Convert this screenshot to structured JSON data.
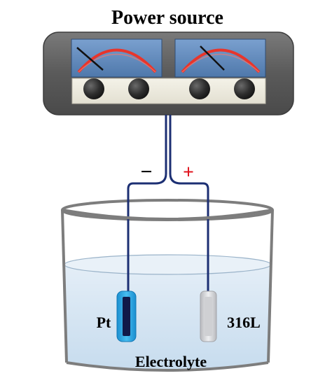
{
  "title": "Power source",
  "polarity": {
    "negative": "−",
    "positive": "+"
  },
  "electrodes": {
    "left": "Pt",
    "right": "316L"
  },
  "medium": "Electrolyte",
  "colors": {
    "device_body": "#5a5a5a",
    "meter_face": "#5d86b8",
    "meter_arc": "#e8352b",
    "wire": "#1c2f73",
    "pt_electrode": "#2ba7e3",
    "steel_electrode": "#dcdde0",
    "electrolyte": "#cfe1ef",
    "positive_sign": "#e0141e"
  }
}
